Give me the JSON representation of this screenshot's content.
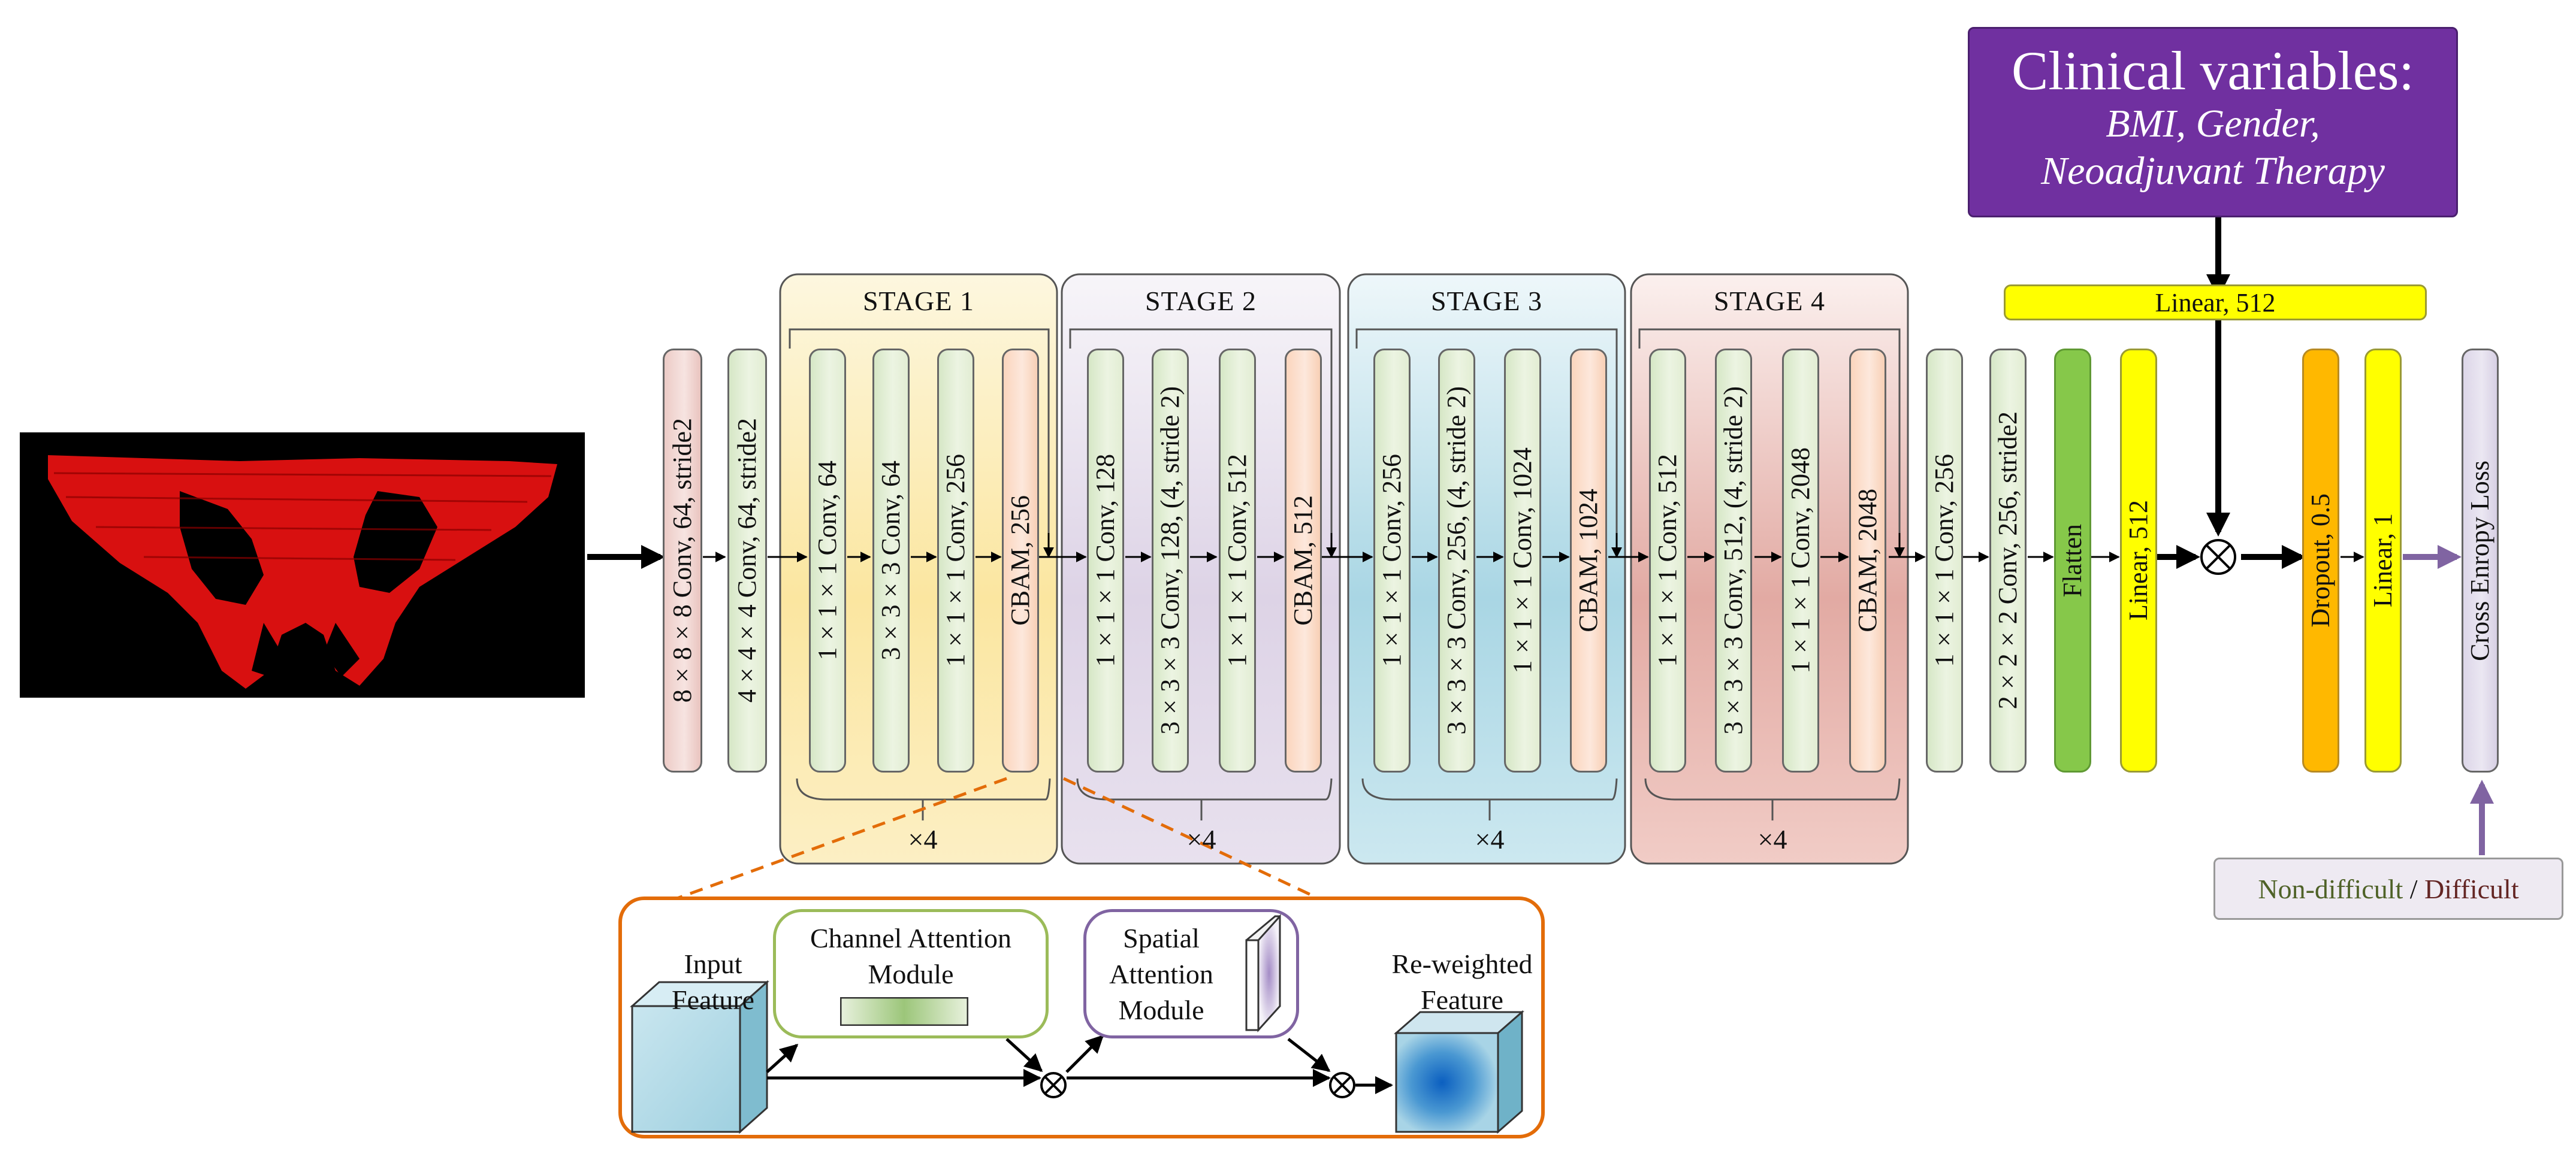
{
  "clinical": {
    "title": "Clinical variables:",
    "variables": "BMI, Gender,",
    "variables2": "Neoadjuvant Therapy"
  },
  "linear_top": "Linear, 512",
  "stem": [
    {
      "label": "8×8×8 Conv, 64, stride2"
    },
    {
      "label": "4×4×4 Conv, 64, stride2"
    }
  ],
  "stages": [
    {
      "title": "STAGE 1",
      "repeat": "×4",
      "layers": [
        "1×1×1 Conv, 64",
        "3×3×3 Conv, 64",
        "1×1×1 Conv, 256",
        "CBAM, 256"
      ]
    },
    {
      "title": "STAGE 2",
      "repeat": "×4",
      "layers": [
        "1×1×1 Conv, 128",
        "3×3×3 Conv, 128, (4, stride 2)",
        "1×1×1 Conv, 512",
        "CBAM, 512"
      ]
    },
    {
      "title": "STAGE 3",
      "repeat": "×4",
      "layers": [
        "1×1×1 Conv, 256",
        "3×3×3 Conv, 256, (4, stride 2)",
        "1×1×1 Conv, 1024",
        "CBAM, 1024"
      ]
    },
    {
      "title": "STAGE 4",
      "repeat": "×4",
      "layers": [
        "1×1×1 Conv, 512",
        "3×3×3 Conv, 512, (4, stride 2)",
        "1×1×1 Conv, 2048",
        "CBAM, 2048"
      ]
    }
  ],
  "tail": {
    "conv1": "1×1×1 Conv, 256",
    "conv2": "2×2×2 Conv, 256, stride2",
    "flatten": "Flatten",
    "linear": "Linear, 512",
    "dropout": "Dropout, 0.5",
    "linear_out": "Linear, 1",
    "loss": "Cross Enropy Loss"
  },
  "labels": {
    "non_difficult": "Non-difficult",
    "slash": " / ",
    "difficult": "Difficult"
  },
  "cbam": {
    "input_feature": "Input Feature",
    "channel_module": "Channel Attention Module",
    "spatial_module": "Spatial Attention Module",
    "reweighted": "Re-weighted Feature"
  },
  "colors": {
    "clinical": "#7030a0",
    "flatten": "#86c84a",
    "linear": "#ffff00",
    "dropout": "#ffb800",
    "label_arrow": "#8064a2",
    "cbam_outline": "#e36c09",
    "stage1": "#fdf0c4",
    "stage2": "#ece6f1",
    "stage3": "#d6ebf2",
    "stage4": "#f3d5d0"
  }
}
